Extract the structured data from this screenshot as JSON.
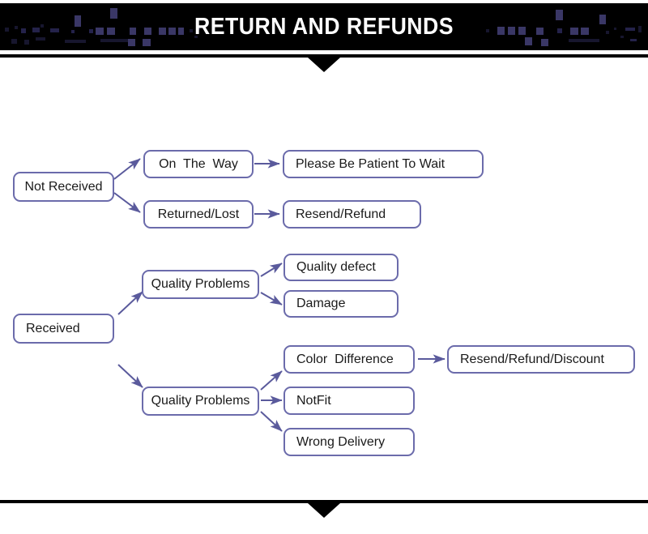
{
  "header": {
    "title": "RETURN AND REFUNDS",
    "banner_bg": "#000000",
    "pixel_color": "#3a3766",
    "title_color": "#ffffff"
  },
  "theme": {
    "node_border": "#6b6bab",
    "node_bg": "#ffffff",
    "text_color": "#1a1a1a",
    "arrow_color": "#5a5a9c",
    "rule_color": "#000000",
    "page_bg": "#ffffff"
  },
  "flow": {
    "nodes": [
      {
        "id": "not-received",
        "label": "Not Received",
        "align": "center"
      },
      {
        "id": "on-the-way",
        "label": "On  The  Way",
        "align": "center"
      },
      {
        "id": "please-be-patient",
        "label": "Please Be Patient To Wait",
        "align": "left"
      },
      {
        "id": "returned-lost",
        "label": "Returned/Lost",
        "align": "center"
      },
      {
        "id": "resend-refund",
        "label": "Resend/Refund",
        "align": "left"
      },
      {
        "id": "received",
        "label": "Received",
        "align": "left"
      },
      {
        "id": "quality-problems-1",
        "label": "Quality Problems",
        "align": "center"
      },
      {
        "id": "quality-defect",
        "label": "Quality defect",
        "align": "left"
      },
      {
        "id": "damage",
        "label": "Damage",
        "align": "left"
      },
      {
        "id": "quality-problems-2",
        "label": "Quality Problems",
        "align": "center"
      },
      {
        "id": "color-difference",
        "label": "Color  Difference",
        "align": "left"
      },
      {
        "id": "not-fit",
        "label": "NotFit",
        "align": "left"
      },
      {
        "id": "wrong-delivery",
        "label": "Wrong Delivery",
        "align": "left"
      },
      {
        "id": "resend-refund-disc",
        "label": "Resend/Refund/Discount",
        "align": "left"
      }
    ],
    "edges": [
      {
        "from": "not-received",
        "to": "on-the-way",
        "kind": "diagonal-up"
      },
      {
        "from": "not-received",
        "to": "returned-lost",
        "kind": "diagonal-down"
      },
      {
        "from": "on-the-way",
        "to": "please-be-patient",
        "kind": "horizontal"
      },
      {
        "from": "returned-lost",
        "to": "resend-refund",
        "kind": "horizontal"
      },
      {
        "from": "received",
        "to": "quality-problems-1",
        "kind": "diagonal-up"
      },
      {
        "from": "received",
        "to": "quality-problems-2",
        "kind": "diagonal-down"
      },
      {
        "from": "quality-problems-1",
        "to": "quality-defect",
        "kind": "diagonal-up"
      },
      {
        "from": "quality-problems-1",
        "to": "damage",
        "kind": "diagonal-down"
      },
      {
        "from": "quality-problems-2",
        "to": "color-difference",
        "kind": "diagonal-up"
      },
      {
        "from": "quality-problems-2",
        "to": "not-fit",
        "kind": "horizontal"
      },
      {
        "from": "quality-problems-2",
        "to": "wrong-delivery",
        "kind": "diagonal-down"
      },
      {
        "from": "color-difference",
        "to": "resend-refund-disc",
        "kind": "horizontal"
      }
    ]
  }
}
